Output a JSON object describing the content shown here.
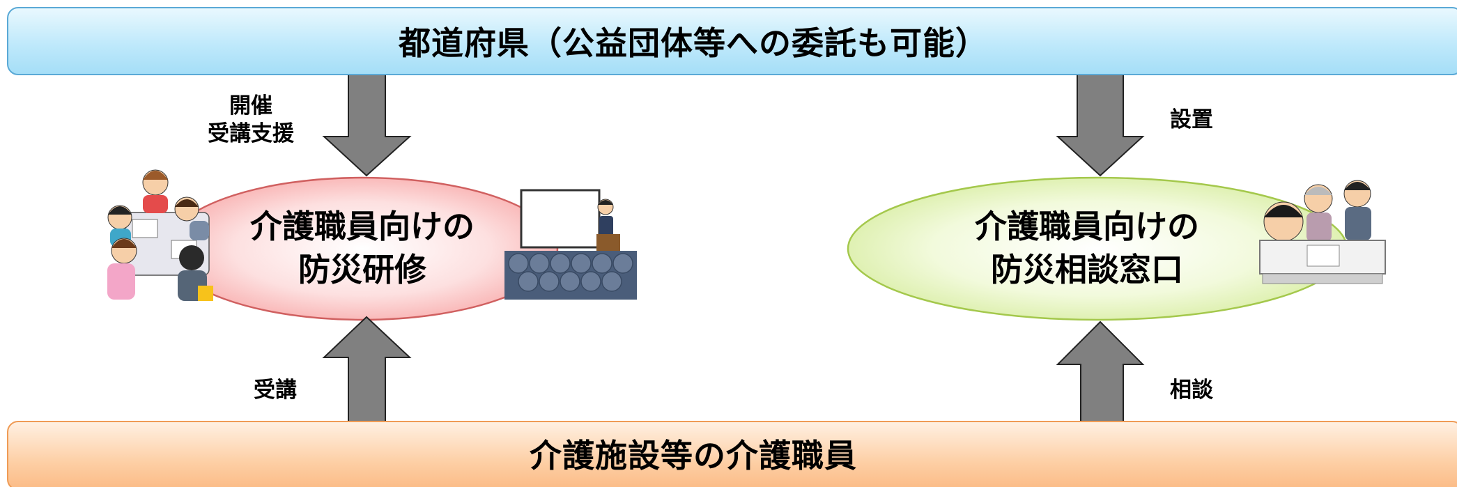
{
  "top_band": {
    "label": "都道府県（公益団体等への委託も可能）"
  },
  "bottom_band": {
    "label": "介護施設等の介護職員"
  },
  "left_node": {
    "line1": "介護職員向けの",
    "line2": "防災研修"
  },
  "right_node": {
    "line1": "介護職員向けの",
    "line2": "防災相談窓口"
  },
  "edge_labels": {
    "left_down_line1": "開催",
    "left_down_line2": "受講支援",
    "left_up": "受講",
    "right_down": "設置",
    "right_up": "相談"
  },
  "colors": {
    "top_band_fill": "#bfe9fb",
    "top_band_border": "#5aa9d6",
    "bottom_band_fill": "#fdcfa5",
    "bottom_band_border": "#ef9b55",
    "left_ellipse_fill": "#fbb6b6",
    "left_ellipse_border": "#d06060",
    "right_ellipse_fill": "#e2f2b0",
    "right_ellipse_border": "#a4c84c",
    "arrow_fill": "#808080",
    "arrow_border": "#222222"
  },
  "icons": {
    "left_group": "group-discussion-illustration",
    "left_lecture": "lecture-audience-illustration",
    "right_consult": "consultation-desk-illustration"
  }
}
